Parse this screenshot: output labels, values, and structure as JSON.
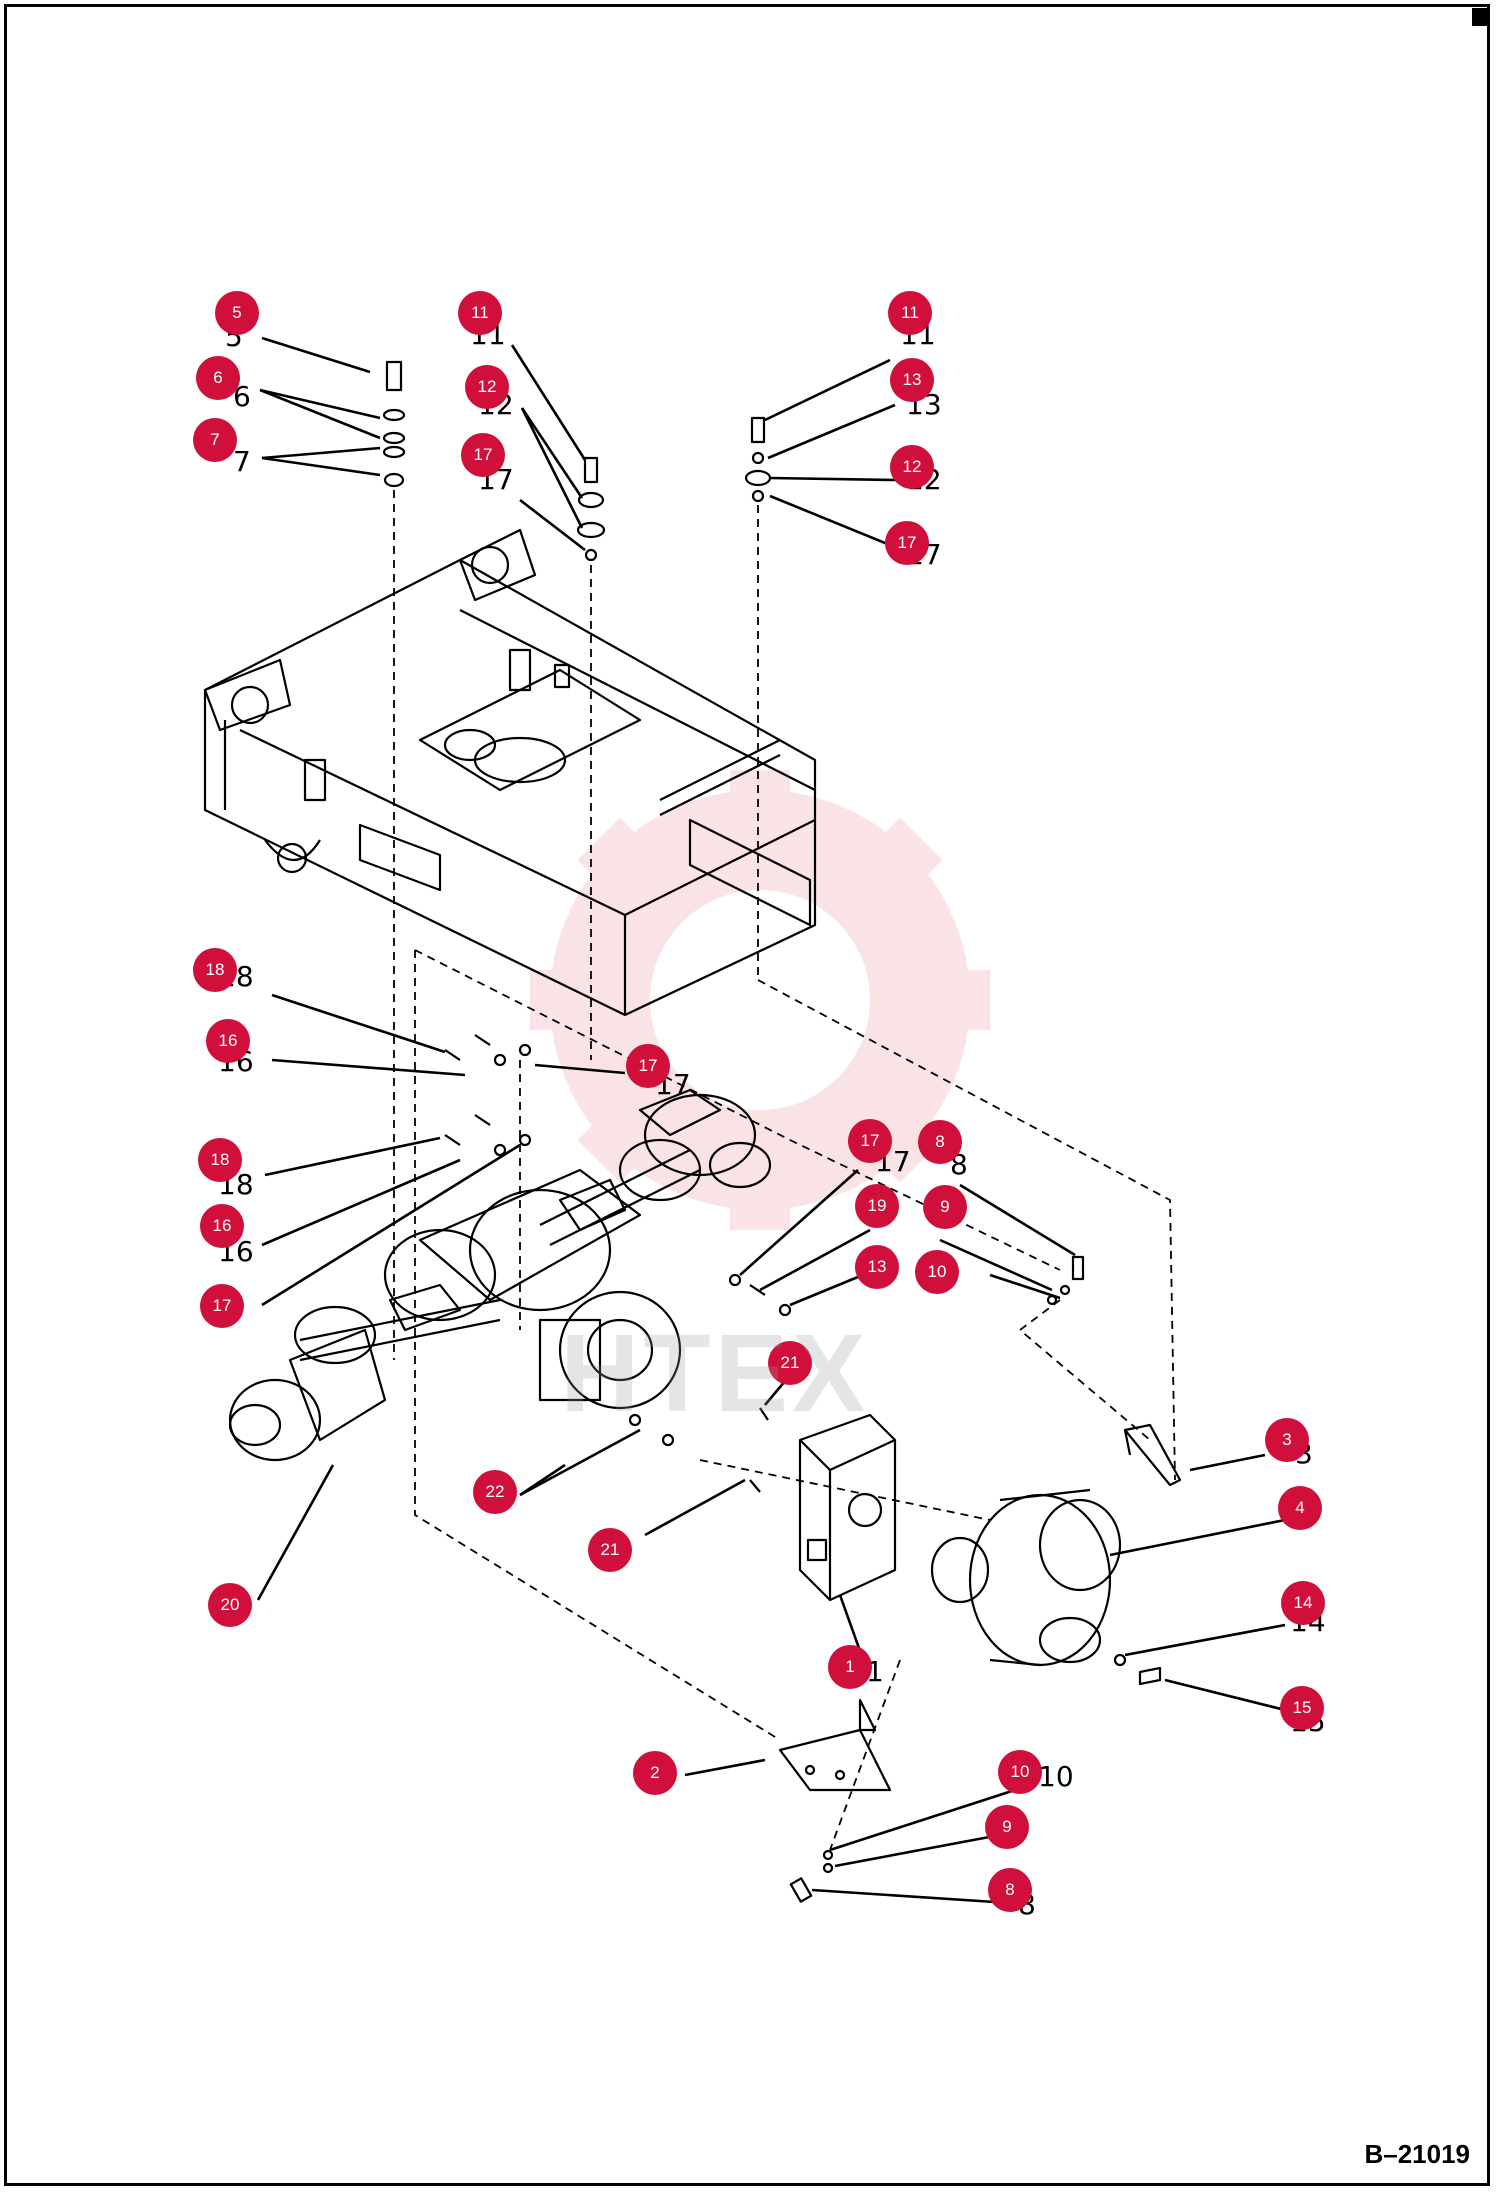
{
  "drawing_id": "B–21019",
  "watermark": "HTEX",
  "callouts": [
    {
      "id": "c5",
      "label": "5"
    },
    {
      "id": "c6",
      "label": "6"
    },
    {
      "id": "c7",
      "label": "7"
    },
    {
      "id": "c11a",
      "label": "11"
    },
    {
      "id": "c12a",
      "label": "12"
    },
    {
      "id": "c17a",
      "label": "17"
    },
    {
      "id": "c11b",
      "label": "11"
    },
    {
      "id": "c13a",
      "label": "13"
    },
    {
      "id": "c12b",
      "label": "12"
    },
    {
      "id": "c17b",
      "label": "17"
    },
    {
      "id": "c18a",
      "label": "18"
    },
    {
      "id": "c16a",
      "label": "16"
    },
    {
      "id": "c17c",
      "label": "17"
    },
    {
      "id": "c18b",
      "label": "18"
    },
    {
      "id": "c16b",
      "label": "16"
    },
    {
      "id": "c17d",
      "label": "17"
    },
    {
      "id": "c17e",
      "label": "17"
    },
    {
      "id": "c8a",
      "label": "8"
    },
    {
      "id": "c19",
      "label": "19"
    },
    {
      "id": "c9a",
      "label": "9"
    },
    {
      "id": "c13b",
      "label": "13"
    },
    {
      "id": "c10a",
      "label": "10"
    },
    {
      "id": "c21a",
      "label": "21"
    },
    {
      "id": "c3",
      "label": "3"
    },
    {
      "id": "c4",
      "label": "4"
    },
    {
      "id": "c22",
      "label": "22"
    },
    {
      "id": "c21b",
      "label": "21"
    },
    {
      "id": "c20",
      "label": "20"
    },
    {
      "id": "c14",
      "label": "14"
    },
    {
      "id": "c1",
      "label": "1"
    },
    {
      "id": "c15",
      "label": "15"
    },
    {
      "id": "c2",
      "label": "2"
    },
    {
      "id": "c10b",
      "label": "10"
    },
    {
      "id": "c9b",
      "label": "9"
    },
    {
      "id": "c8b",
      "label": "8"
    }
  ]
}
